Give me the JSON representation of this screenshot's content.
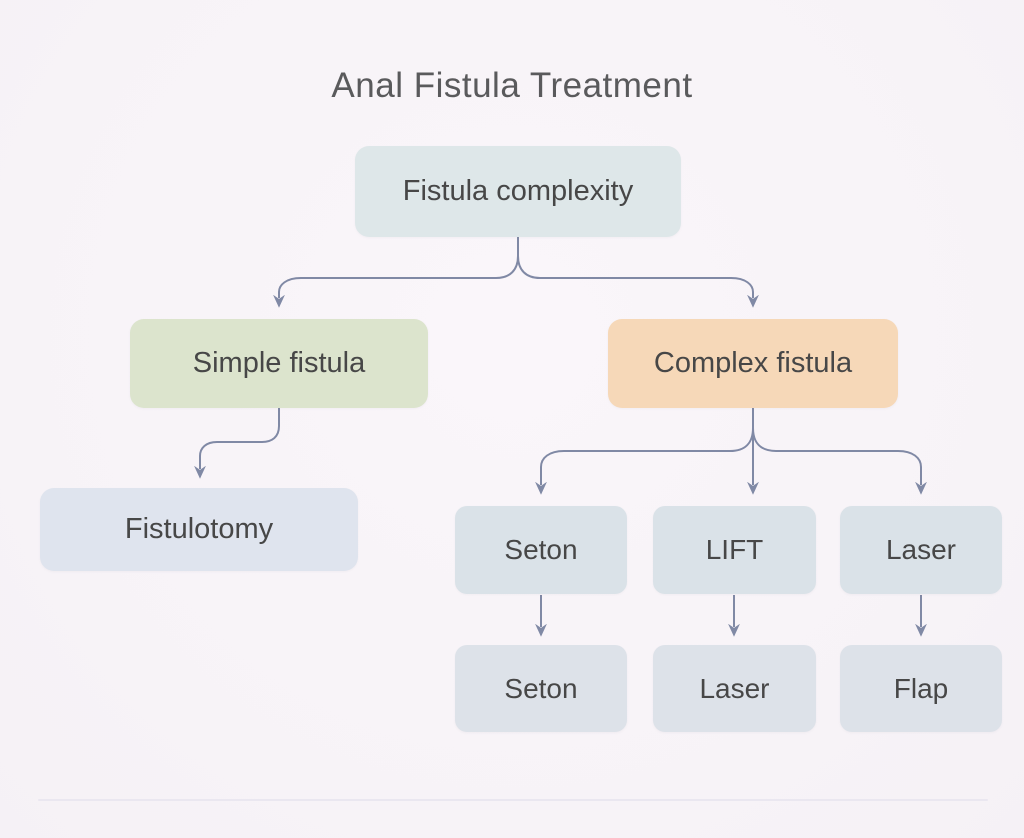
{
  "title": "Anal Fistula Treatment",
  "diagram": {
    "type": "flowchart",
    "background_color": "#f8f4f8",
    "arrow_color": "#8089a5",
    "text_color": "#474747",
    "nodes": [
      {
        "id": "fistula-complexity",
        "label": "Fistula complexity",
        "color": "#dee7e9"
      },
      {
        "id": "simple-fistula",
        "label": "Simple fistula",
        "color": "#dce4cd"
      },
      {
        "id": "complex-fistula",
        "label": "Complex fistula",
        "color": "#f6d8b8"
      },
      {
        "id": "fistulotomy",
        "label": "Fistulotomy",
        "color": "#dfe4ee"
      },
      {
        "id": "seton-option",
        "label": "Seton",
        "color": "#dae2e8"
      },
      {
        "id": "lift-option",
        "label": "LIFT",
        "color": "#dae2e8"
      },
      {
        "id": "laser-option",
        "label": "Laser",
        "color": "#dae2e8"
      },
      {
        "id": "seton-outcome",
        "label": "Seton",
        "color": "#dde2e9"
      },
      {
        "id": "laser-outcome",
        "label": "Laser",
        "color": "#dde2e9"
      },
      {
        "id": "flap-outcome",
        "label": "Flap",
        "color": "#dde2e9"
      }
    ],
    "edges": [
      {
        "from": "fistula-complexity",
        "to": "simple-fistula"
      },
      {
        "from": "fistula-complexity",
        "to": "complex-fistula"
      },
      {
        "from": "simple-fistula",
        "to": "fistulotomy"
      },
      {
        "from": "complex-fistula",
        "to": "seton-option"
      },
      {
        "from": "complex-fistula",
        "to": "lift-option"
      },
      {
        "from": "complex-fistula",
        "to": "laser-option"
      },
      {
        "from": "seton-option",
        "to": "seton-outcome"
      },
      {
        "from": "lift-option",
        "to": "laser-outcome"
      },
      {
        "from": "laser-option",
        "to": "flap-outcome"
      }
    ]
  }
}
